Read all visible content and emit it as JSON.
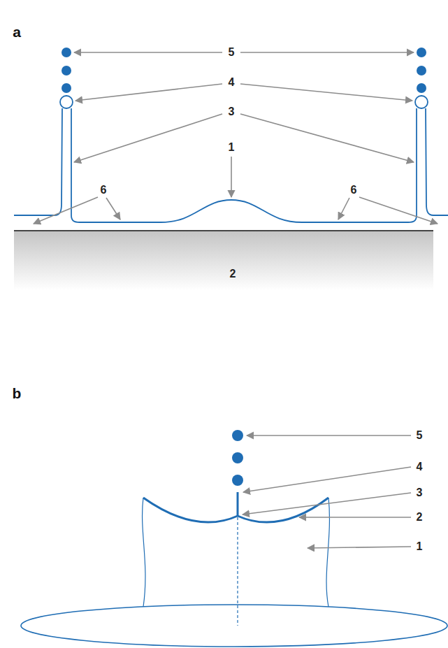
{
  "diagram": {
    "labels": [
      "a",
      "5",
      "4",
      "3",
      "1",
      "6",
      "6",
      "2",
      "b",
      "5",
      "4",
      "3",
      "2",
      "1"
    ]
  }
}
